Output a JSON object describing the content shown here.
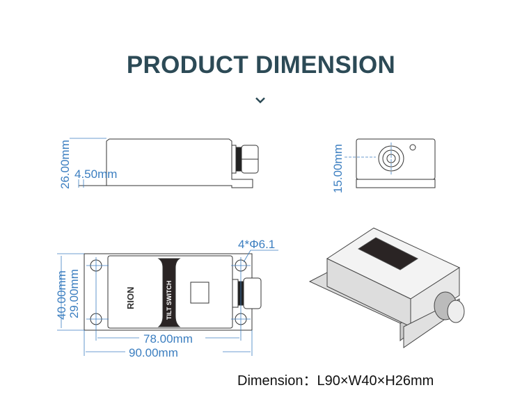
{
  "title": "PRODUCT DIMENSION",
  "icons": {
    "chevron": "chevron-down-icon"
  },
  "side_view": {
    "height": "26.00mm",
    "flange_height": "4.50mm"
  },
  "end_view": {
    "height": "15.00mm"
  },
  "top_view": {
    "outer_width": "40.00mm",
    "inner_width": "29.00mm",
    "hole_spacing": "78.00mm",
    "length": "90.00mm",
    "holes": "4*Φ6.1",
    "label": "TILT SWITCH",
    "brand": "RION"
  },
  "summary": {
    "label": "Dimension：",
    "value": "L90×W40×H26mm"
  },
  "colors": {
    "title": "#2c4a56",
    "dimension": "#3b7ec0"
  }
}
